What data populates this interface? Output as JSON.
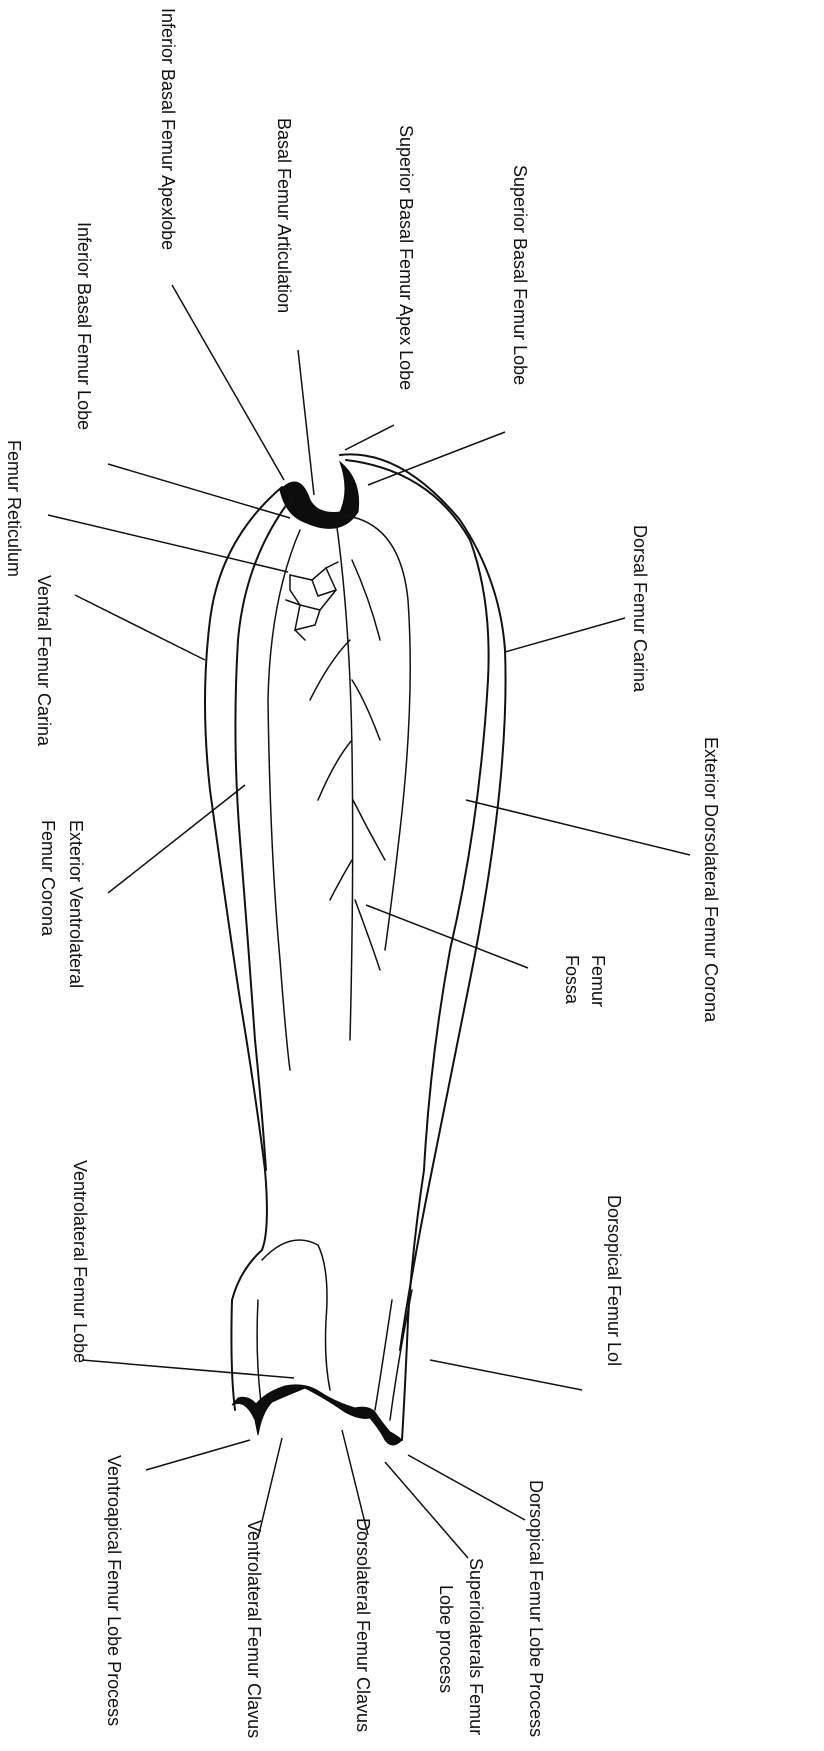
{
  "labels": {
    "inferior_basal_femur_apexlobe": "Inferior Basal Femur Apexlobe",
    "basal_femur_articulation": "Basal Femur Articulation",
    "superior_basal_femur_apex_lobe": "Superior Basal Femur Apex Lobe",
    "superior_basal_femur_lobe": "Superior Basal Femur Lobe",
    "inferior_basal_femur_lobe": "Inferior Basal Femur Lobe",
    "femur_reticulum": "Femur Reticulum",
    "ventral_femur_carina": "Ventral Femur Carina",
    "dorsal_femur_carina": "Dorsal Femur Carina",
    "exterior_dorsolateral_femur_corona": "Exterior Dorsolateral Femur Corona",
    "exterior_ventrolateral_line1": "Exterior Ventrolateral",
    "exterior_ventrolateral_line2": "Femur Corona",
    "femur_fossa_line1": "Femur",
    "femur_fossa_line2": "Fossa",
    "ventrolateral_femur_lobe": "Ventrolateral Femur Lobe",
    "dorsopical_femur_lol": "Dorsopical Femur Lol",
    "ventroapical_femur_lobe_process": "Ventroapical Femur Lobe Process",
    "ventrolateral_femur_clavus": "Ventrolateral Femur Clavus",
    "dorsolateral_femur_clavus": "Dorsolateral Femur Clavus",
    "superiolaterals_line1": "Superiolaterals Femur",
    "superiolaterals_line2": "Lobe process",
    "dorsopical_femur_lobe_process": "Dorsopical Femur Lobe Process"
  }
}
